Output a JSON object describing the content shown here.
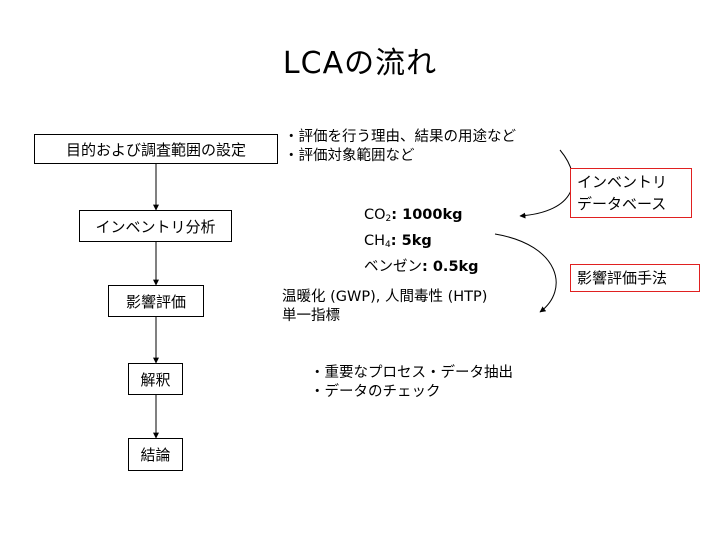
{
  "title": "LCAの流れ",
  "steps": [
    {
      "label": "目的および調査範囲の設定"
    },
    {
      "label": "インベントリ分析"
    },
    {
      "label": "影響評価"
    },
    {
      "label": "解釈"
    },
    {
      "label": "結論"
    }
  ],
  "goal_notes": [
    "・評価を行う理由、結果の用途など",
    "・評価対象範囲など"
  ],
  "inventory_items": [
    {
      "name_main": "CO",
      "name_sub": "2",
      "value": ": 1000kg"
    },
    {
      "name_main": "CH",
      "name_sub": "4",
      "value": ": 5kg"
    },
    {
      "name_main": "ベンゼン",
      "name_sub": "",
      "value": ": 0.5kg"
    }
  ],
  "impact_notes": [
    "温暖化 (GWP), 人間毒性 (HTP)",
    "単一指標"
  ],
  "interpretation_notes": [
    "・重要なプロセス・データ抽出",
    "・データのチェック"
  ],
  "side_labels": {
    "inventory_db": [
      "インベントリ",
      "データベース"
    ],
    "impact_method": "影響評価手法"
  },
  "colors": {
    "side_label_border": "#e02020",
    "line": "#000000"
  }
}
